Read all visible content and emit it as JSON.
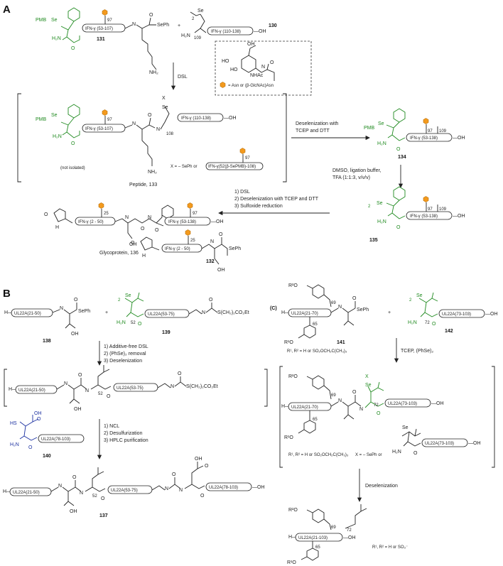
{
  "panels": {
    "a": "A",
    "b": "B",
    "c": "(C)"
  },
  "colors": {
    "glyco": "#f39a1e",
    "green": "#1f8a1f",
    "blue": "#1a2fa0",
    "ink": "#222222"
  },
  "icons": {
    "glyco_marker": "orange-hexagon-glycan-icon",
    "arrow": "arrow-down-icon"
  },
  "seg": {
    "ifn_53_107": "IFN-γ (53-107)",
    "ifn_110_138": "IFN-γ (110-138)",
    "ifn_53_138": "IFN-γ (53-138)",
    "ifn_2_50": "IFN-γ (2 - 50)",
    "ifn_52_108": "IFN-γ(52(β-SePMB)-108)",
    "ul_21_50": "UL22A(21-50)",
    "ul_53_75": "UL22A(53-75)",
    "ul_78_103": "UL22A(78-103)",
    "ul_21_70": "UL22A(21-70)",
    "ul_73_103": "UL22A(73-103)",
    "ul_21_103": "UL22A(21-103)"
  },
  "atoms": {
    "pmb": "PMB",
    "se": "Se",
    "h2n": "H₂N",
    "nh2": "NH₂",
    "nh": "N",
    "h": "H",
    "o": "O",
    "oh": "OH",
    "sph": "SePh",
    "ho": "HO",
    "nhac": "NHAc",
    "hs": "HS",
    "r1o": "R¹O",
    "r2o": "R²O",
    "x": "X",
    "s_ester": "S(CH₂)₂CO₂Et",
    "h_dash": "H",
    "n97": "97",
    "n109": "109",
    "n108": "108",
    "n25": "25",
    "n52": "52",
    "n69": "69",
    "n65": "65",
    "n72": "72",
    "two": "2",
    "dash_oh": "—OH",
    "h_prefix": "H—"
  },
  "compounds": {
    "c130": "130",
    "c131": "131",
    "c133": "Peptide, 133",
    "c134": "134",
    "c135": "135",
    "c132": "132",
    "c136": "Glycoprotein, 136",
    "c138": "138",
    "c139": "139",
    "c140": "140",
    "c137": "137",
    "c141": "141",
    "c142": "142"
  },
  "notes": {
    "not_isolated": "(not isolated)",
    "x_def_a": "X = – SePh or",
    "asn_def": "= Asn or  (β-GlcNAc)Asn",
    "plus": "+",
    "r_def_1": "R¹, R² = H or SO₂OCH₂C(CH₃)₃",
    "x_def_c": "X = – SePh or",
    "r_def_final": "R¹, R² = H or SO₃⁻"
  },
  "steps": {
    "dsl": "DSL",
    "desel_a_1": "Deselenization with",
    "desel_a_2": "TCEP and DTT",
    "dmso_1": "DMSO, ligation buffer,",
    "dmso_2": "TFA (1:1:3, v/v/v)",
    "a3_1": "1) DSL",
    "a3_2": "2) Deselenization with TCEP and DTT",
    "a3_3": "3) Sulfoxide reduction",
    "b1_1": "1) Additive-free DSL",
    "b1_2": "2) (PhSe)₂ removal",
    "b1_3": "3) Deselenization",
    "b2_1": "1) NCL",
    "b2_2": "2) Desulfurization",
    "b2_3": "3) HPLC purification",
    "c1": "TCEP, (PhSe)₂",
    "c2": "Deselenization"
  }
}
